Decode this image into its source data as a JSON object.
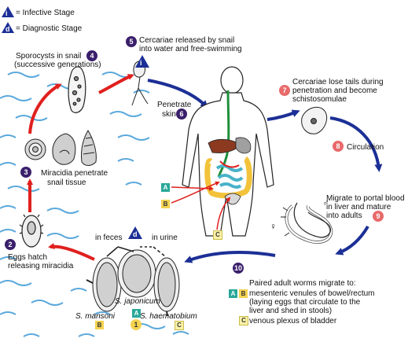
{
  "legend": {
    "infective": {
      "symbol": "i",
      "label": "= Infective Stage"
    },
    "diagnostic": {
      "symbol": "d",
      "label": "= Diagnostic Stage"
    }
  },
  "steps": [
    {
      "n": "1",
      "label": ""
    },
    {
      "n": "2",
      "label": "Eggs hatch releasing miracidia"
    },
    {
      "n": "3",
      "label": "Miracidia penetrate snail tissue"
    },
    {
      "n": "4",
      "label": "Sporocysts in snail (successive generations)"
    },
    {
      "n": "5",
      "label": "Cercariae released by snail into water and free-swimming"
    },
    {
      "n": "6",
      "label": "Penetrate skin"
    },
    {
      "n": "7",
      "label": "Cercariae lose tails during penetration and become schistosomulae"
    },
    {
      "n": "8",
      "label": "Circulation"
    },
    {
      "n": "9",
      "label": "Migrate to portal blood in liver and mature into adults"
    },
    {
      "n": "10",
      "label": ""
    }
  ],
  "text": {
    "step4_line1": "Sporocysts in snail",
    "step4_line2": "(successive generations)",
    "step5_line1": "Cercariae released by snail",
    "step5_line2": "into water and free-swimming",
    "step6_line1": "Penetrate",
    "step6_line2": "skin",
    "step3_line1": "Miracidia penetrate",
    "step3_line2": "snail tissue",
    "step2_line1": "Eggs hatch",
    "step2_line2": "releasing miracidia",
    "step7_line1": "Cercariae lose tails during",
    "step7_line2": "penetration and become",
    "step7_line3": "schistosomulae",
    "step8": "Circulation",
    "step9_line1": "Migrate to portal blood",
    "step9_line2": "in liver and mature",
    "step9_line3": "into adults",
    "in_feces": "in feces",
    "in_urine": "in urine",
    "s_mansoni": "S. mansoni",
    "s_japonicum": "S. japonicum",
    "s_haematobium": "S. haematobium",
    "step10_line1": "Paired adult worms migrate to:",
    "step10_line2": "mesenteric venules of bowel/rectum",
    "step10_line3": "(laying eggs that circulate to the",
    "step10_line4": "liver and shed in stools)",
    "step10_line5": "venous plexus of bladder",
    "male_symbol": "♂",
    "female_symbol": "♀"
  },
  "tags": {
    "A": "A",
    "B": "B",
    "C": "C"
  },
  "colors": {
    "step_dark": "#3a1f6b",
    "step_red": "#e86a6a",
    "arrow_red": "#e0201e",
    "arrow_blue": "#1c2f96",
    "tag_A": "#2aa89a",
    "tag_B": "#f4d34f",
    "tag_C": "#fbf1a8",
    "water": "#5aa8dc",
    "gut_yellow": "#f2c23a",
    "gut_blue": "#49b3c9",
    "vessel_green": "#1f8f3a"
  }
}
